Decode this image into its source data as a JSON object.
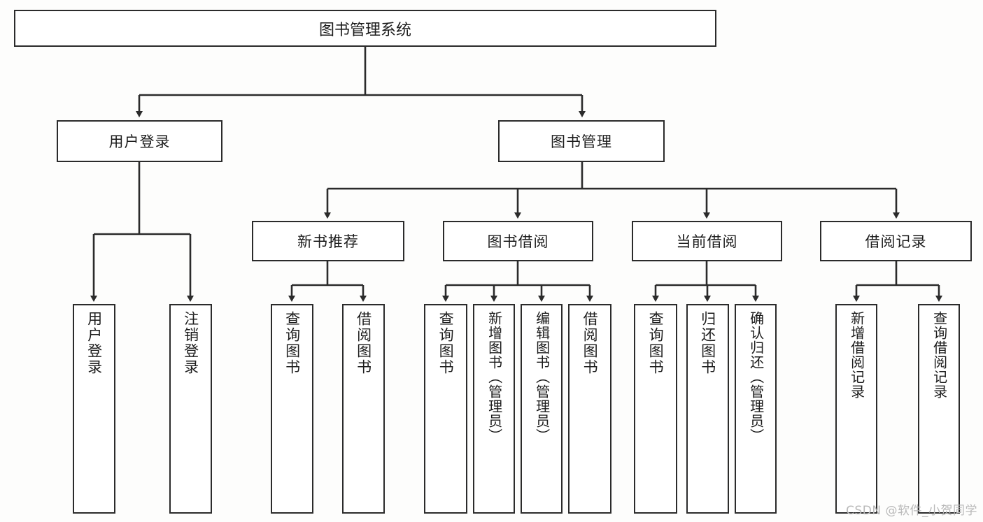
{
  "diagram": {
    "type": "tree-hierarchy",
    "title": "图书管理系统",
    "background_color": "#fdfdfc",
    "line_color": "#2b2b2b",
    "box_fill": "#ffffff",
    "text_color": "#1c1c1c"
  },
  "root": {
    "label": "图书管理系统"
  },
  "level1": [
    {
      "id": "user-login",
      "label": "用户登录"
    },
    {
      "id": "book-manage",
      "label": "图书管理"
    }
  ],
  "level2": [
    {
      "id": "new-book-recommend",
      "label": "新书推荐",
      "parent": "book-manage"
    },
    {
      "id": "book-borrow",
      "label": "图书借阅",
      "parent": "book-manage"
    },
    {
      "id": "current-borrow",
      "label": "当前借阅",
      "parent": "book-manage"
    },
    {
      "id": "borrow-record",
      "label": "借阅记录",
      "parent": "book-manage"
    }
  ],
  "leaves": {
    "user_login": [
      {
        "id": "leaf-user-login",
        "label": "用户登录"
      },
      {
        "id": "leaf-user-logout",
        "label": "注销登录"
      }
    ],
    "new_book_recommend": [
      {
        "id": "leaf-query-book-1",
        "label": "查询图书"
      },
      {
        "id": "leaf-borrow-book-1",
        "label": "借阅图书"
      }
    ],
    "book_borrow": [
      {
        "id": "leaf-query-book-2",
        "label": "查询图书"
      },
      {
        "id": "leaf-add-book",
        "label": "新增图书（管理员）"
      },
      {
        "id": "leaf-edit-book",
        "label": "编辑图书（管理员）"
      },
      {
        "id": "leaf-borrow-book-2",
        "label": "借阅图书"
      }
    ],
    "current_borrow": [
      {
        "id": "leaf-query-book-3",
        "label": "查询图书"
      },
      {
        "id": "leaf-return-book",
        "label": "归还图书"
      },
      {
        "id": "leaf-confirm-return",
        "label": "确认归还（管理员）"
      }
    ],
    "borrow_record": [
      {
        "id": "leaf-add-record",
        "label": "新增借阅记录"
      },
      {
        "id": "leaf-query-record",
        "label": "查询借阅记录"
      }
    ]
  },
  "watermark": {
    "text": "CSDN @软件_小贺同学"
  }
}
